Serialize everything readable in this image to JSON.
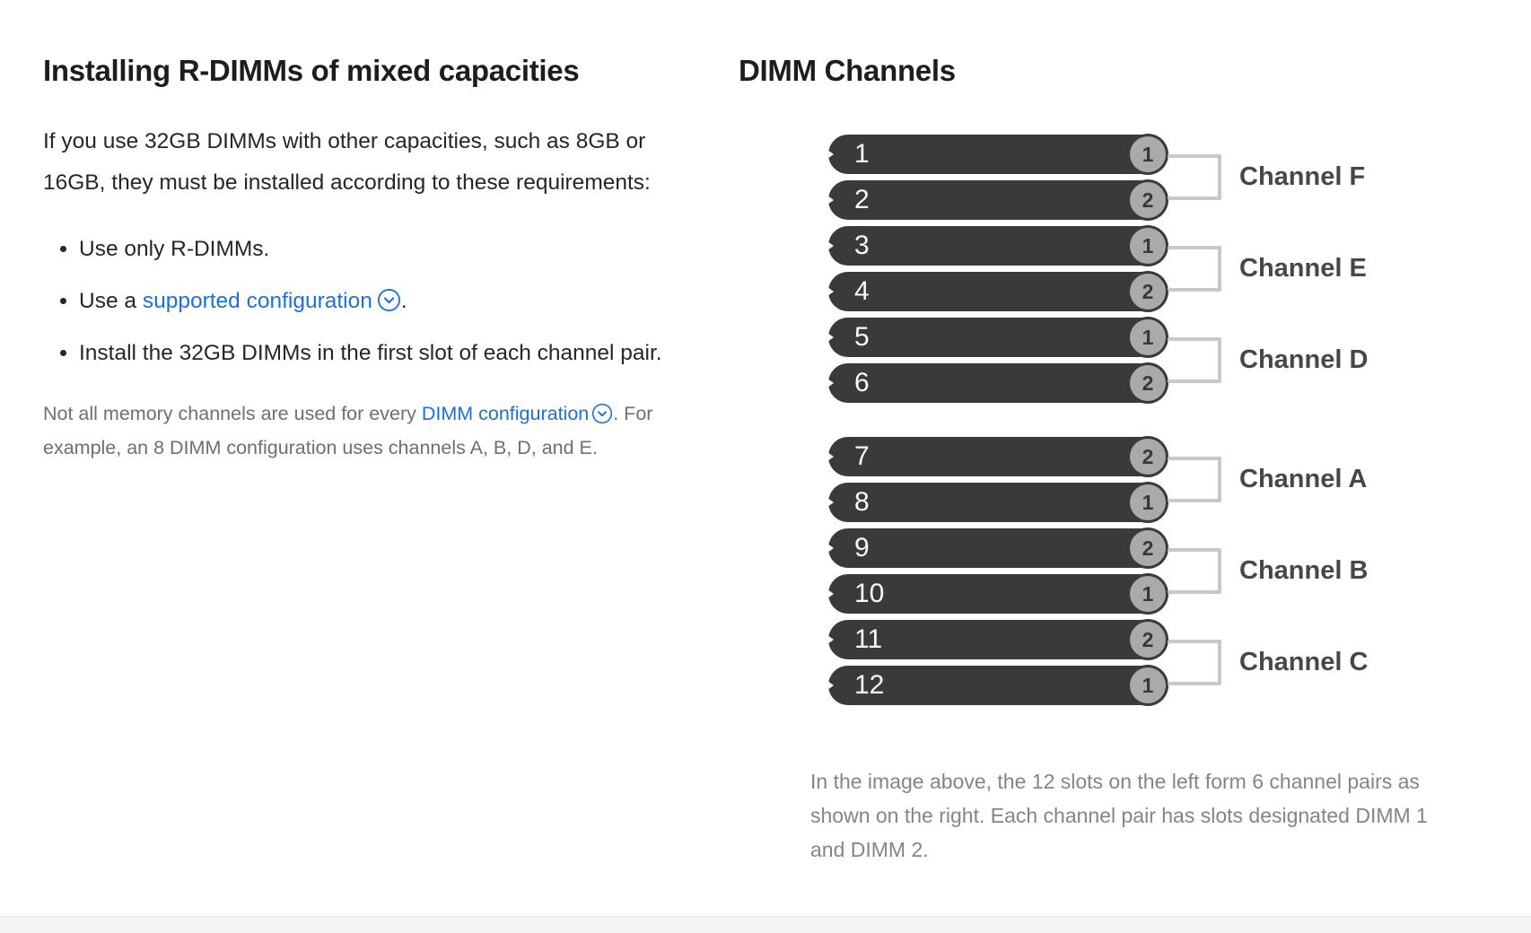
{
  "left": {
    "heading": "Installing R-DIMMs of mixed capacities",
    "intro": "If you use 32GB DIMMs with other capacities, such as 8GB or 16GB, they must be installed according to these requirements:",
    "bullets": {
      "item1": "Use only R-DIMMs.",
      "item2_prefix": "Use a ",
      "item2_link": "supported configuration",
      "item2_suffix": ".",
      "item3": "Install the 32GB DIMMs in the first slot of each channel pair."
    },
    "note": {
      "prefix": "Not all memory channels are used for every ",
      "link": "DIMM configuration",
      "suffix": ". For example, an 8 DIMM configuration uses channels A, B, D, and E."
    }
  },
  "right": {
    "heading": "DIMM Channels",
    "caption": "In the image above, the 12 slots on the left form 6 channel pairs as shown on the right. Each channel pair has slots designated DIMM 1 and DIMM 2."
  },
  "diagram": {
    "slots": [
      {
        "num": "1",
        "dimm": "1"
      },
      {
        "num": "2",
        "dimm": "2"
      },
      {
        "num": "3",
        "dimm": "1"
      },
      {
        "num": "4",
        "dimm": "2"
      },
      {
        "num": "5",
        "dimm": "1"
      },
      {
        "num": "6",
        "dimm": "2"
      },
      {
        "num": "7",
        "dimm": "2"
      },
      {
        "num": "8",
        "dimm": "1"
      },
      {
        "num": "9",
        "dimm": "2"
      },
      {
        "num": "10",
        "dimm": "1"
      },
      {
        "num": "11",
        "dimm": "2"
      },
      {
        "num": "12",
        "dimm": "1"
      }
    ],
    "channels": [
      {
        "label": "Channel F"
      },
      {
        "label": "Channel E"
      },
      {
        "label": "Channel D"
      },
      {
        "label": "Channel A"
      },
      {
        "label": "Channel B"
      },
      {
        "label": "Channel C"
      }
    ],
    "colors": {
      "slot_fill": "#3a3a3c",
      "slot_number_text": "#fafafa",
      "badge_fill": "#a9aaac",
      "badge_text": "#38383a",
      "bracket_line": "#c8c8ca",
      "channel_label_text": "#47474a",
      "link_blue": "#1d70d8",
      "note_gray": "#6e6e73",
      "caption_gray": "#84848a"
    }
  }
}
